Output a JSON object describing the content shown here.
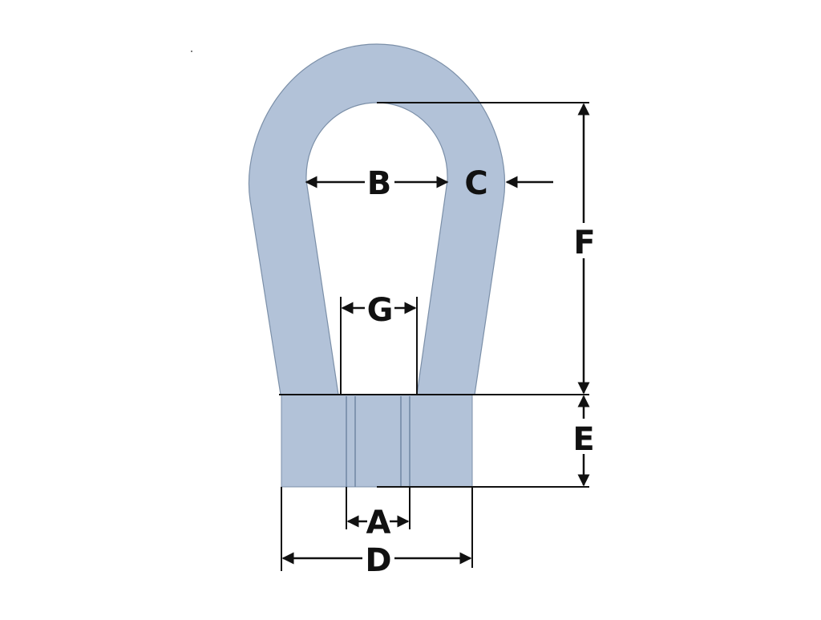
{
  "diagram": {
    "subject": "thimble",
    "fill_color": "#b2c2d8",
    "outline_color": "#7b8fa8",
    "line_color": "#111111",
    "labels": {
      "A": "A",
      "B": "B",
      "C": "C",
      "D": "D",
      "E": "E",
      "F": "F",
      "G": "G"
    }
  }
}
